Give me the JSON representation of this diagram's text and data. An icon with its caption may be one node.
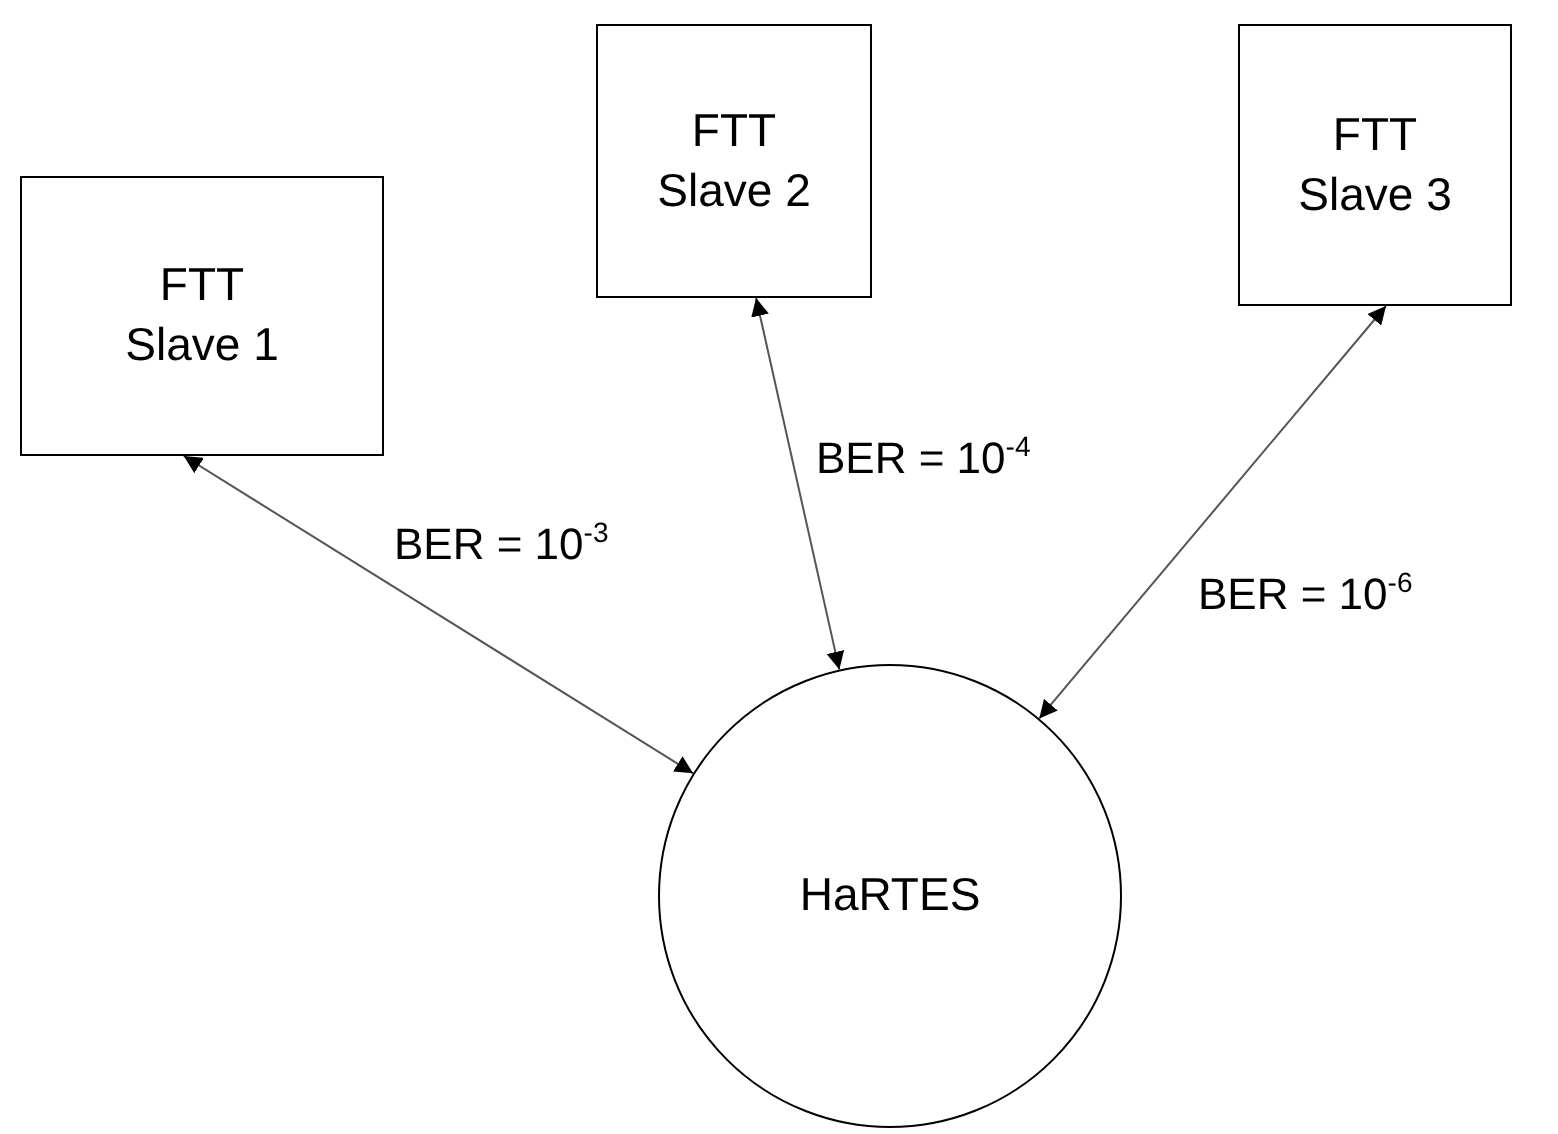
{
  "diagram": {
    "nodes": [
      {
        "text": [
          "FTT Slave 1"
        ]
      },
      {
        "text": [
          "FTT Slave 2"
        ]
      },
      {
        "text": [
          "FTT Slave 3"
        ]
      },
      {
        "text": [
          "HaRTES"
        ]
      }
    ],
    "edges": [
      {
        "from": 0,
        "to": 3,
        "arrow": "both",
        "label": "BER = 10$^{-3}$"
      },
      {
        "from": 1,
        "to": 3,
        "arrow": "both",
        "label": "BER = 10$^{-4}$"
      },
      {
        "from": 2,
        "to": 3,
        "arrow": "both",
        "label": "BER = 10$^{-6}$"
      }
    ]
  }
}
